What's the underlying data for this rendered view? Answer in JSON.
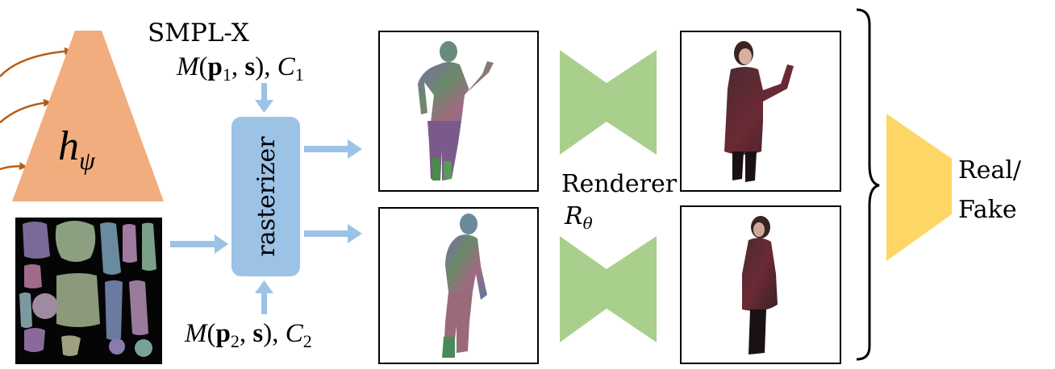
{
  "labels": {
    "smplx": "SMPL-X",
    "pose_top": {
      "fn": "M",
      "open": "(",
      "p": "p",
      "sub1": "1",
      "comma": ", ",
      "s": "s",
      "close": "), ",
      "c": "C",
      "csub": "1"
    },
    "pose_bottom": {
      "fn": "M",
      "open": "(",
      "p": "p",
      "sub1": "2",
      "comma": ", ",
      "s": "s",
      "close": "), ",
      "c": "C",
      "csub": "2"
    },
    "generator": {
      "h": "h",
      "sub": "ψ"
    },
    "rasterizer": "rasterizer",
    "renderer": "Renderer",
    "renderer_symbol": {
      "r": "R",
      "sub": "θ"
    },
    "output_line1": "Real/",
    "output_line2": "Fake"
  },
  "colors": {
    "generator": "#f2ad7e",
    "rasterizer": "#9cc2e6",
    "renderer": "#a8d08c",
    "discriminator": "#fdd665",
    "input_arrow": "#b85c14",
    "flow_arrow": "#9cc2e6"
  }
}
